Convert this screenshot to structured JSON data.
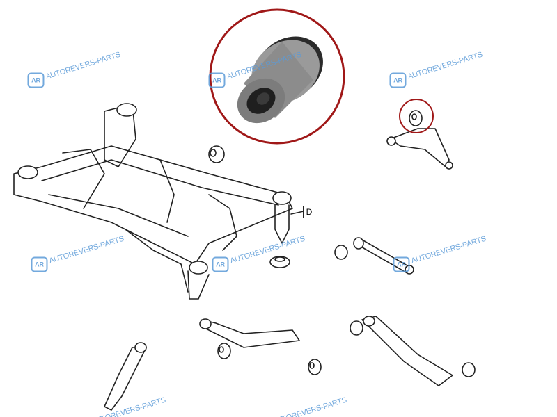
{
  "watermark": {
    "logo": "AR",
    "text": "AUTOREVERS-PARTS",
    "color": "#5b9bd8"
  },
  "callout_label": "D",
  "highlight_color": "#a01818"
}
